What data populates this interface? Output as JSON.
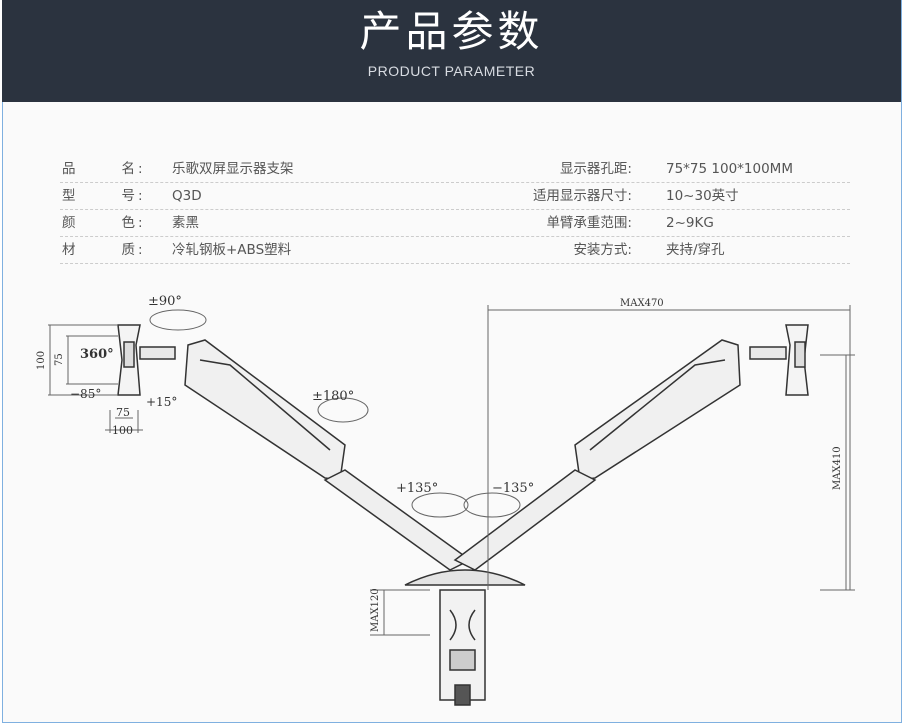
{
  "header": {
    "title": "产品参数",
    "subtitle": "PRODUCT PARAMETER"
  },
  "specs": [
    {
      "label": "品名",
      "value": "乐歌双屏显示器支架",
      "label2": "显示器孔距:",
      "value2": "75*75 100*100MM"
    },
    {
      "label": "型号",
      "value": "Q3D",
      "label2": "适用显示器尺寸:",
      "value2": "10~30英寸"
    },
    {
      "label": "颜色",
      "value": "素黑",
      "label2": "单臂承重范围:",
      "value2": "2~9KG"
    },
    {
      "label": "材质",
      "value": "冷轧钢板+ABS塑料",
      "label2": "安装方式:",
      "value2": "夹持/穿孔"
    }
  ],
  "colon": ":",
  "diagram": {
    "tilt_rot": "±90°",
    "rotate": "360°",
    "vesa_h100": "100",
    "vesa_h75": "75",
    "tilt_down": "−85°",
    "tilt_up": "+15°",
    "vesa_w75": "75",
    "vesa_w100": "100",
    "swivel_arm": "±180°",
    "swivel_left": "+135°",
    "swivel_right": "−135°",
    "max_width": "MAX470",
    "max_height": "MAX410",
    "max_clamp": "MAX120"
  }
}
